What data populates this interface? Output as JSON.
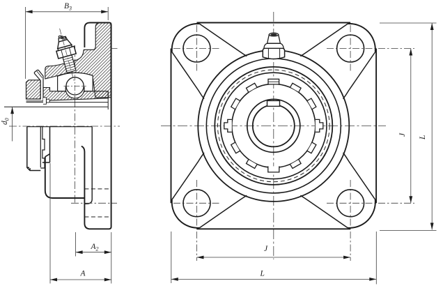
{
  "drawing": {
    "type": "engineering-drawing",
    "subject": "four-bolt flange bearing unit (side section view and front view)",
    "background_color": "#ffffff",
    "line_color_thick": "#1c1c1c",
    "line_color_thin": "#3c3c3c",
    "views": {
      "side_section_view": {
        "description": "left: half-section side view with hatching, grease fitting, ball bearing, adapter sleeve with lock nut and lock washer",
        "dimensions_labels": [
          "B3",
          "d0",
          "A2",
          "A"
        ]
      },
      "front_view": {
        "description": "right: square flange with rounded corners, 4 bolt holes, concentric bearing rings, castellated locking collar, grease fitting on top",
        "dimensions_labels": [
          "J",
          "L"
        ]
      }
    }
  },
  "labels": {
    "b3": {
      "base": "B",
      "sub": "3"
    },
    "d0": {
      "base": "d",
      "sub": "0"
    },
    "a2": {
      "base": "A",
      "sub": "2"
    },
    "a": {
      "base": "A",
      "sub": ""
    },
    "j_bottom": {
      "base": "J",
      "sub": ""
    },
    "l_bottom": {
      "base": "L",
      "sub": ""
    },
    "j_right": {
      "base": "J",
      "sub": ""
    },
    "l_right": {
      "base": "L",
      "sub": ""
    }
  }
}
